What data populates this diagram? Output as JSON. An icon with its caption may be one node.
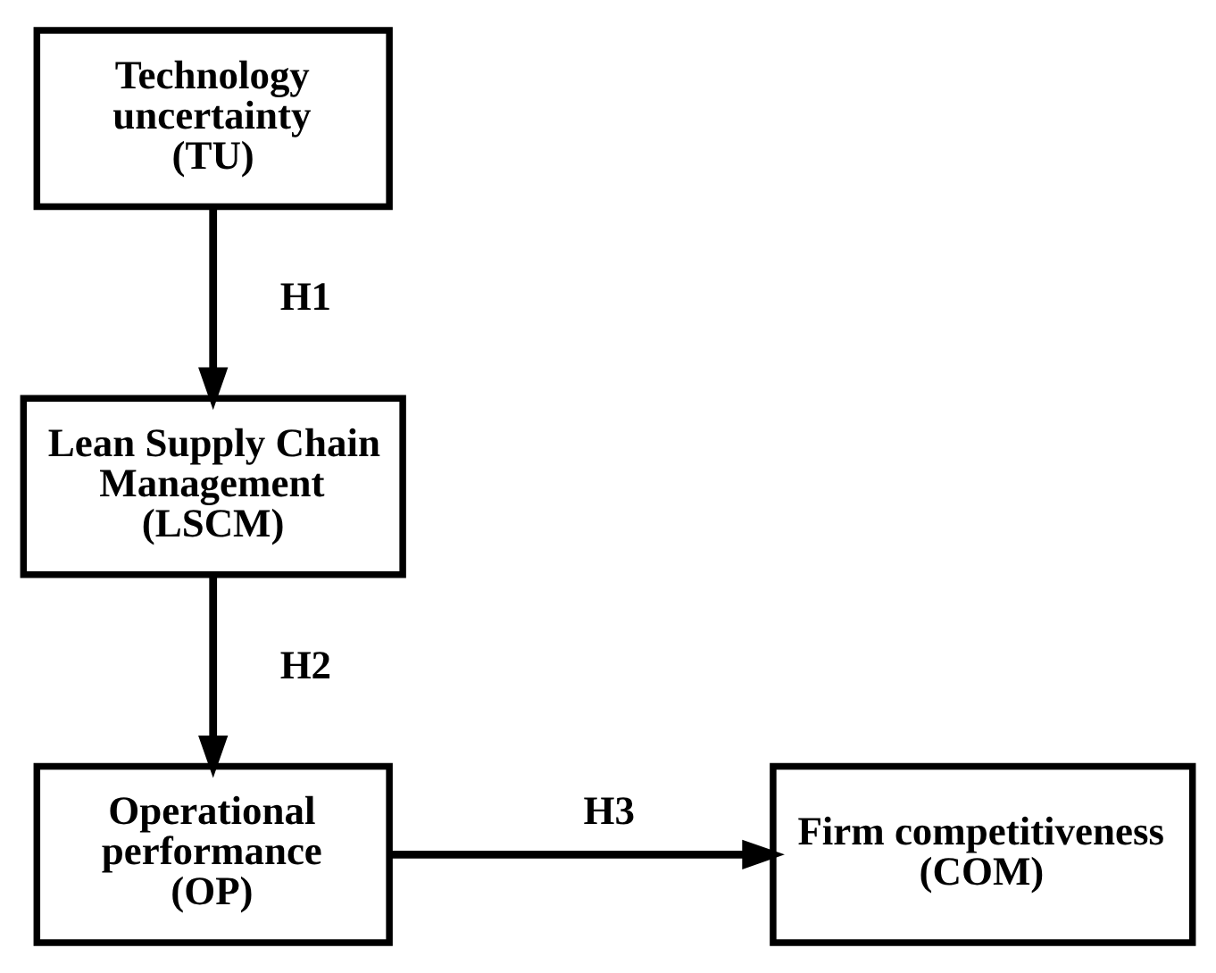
{
  "diagram": {
    "nodes": [
      {
        "text": [
          "Technology uncertainty",
          "(TU)"
        ]
      },
      {
        "text": [
          "Lean Supply Chain Management",
          "(LSCM)"
        ]
      },
      {
        "text": [
          "Operational performance",
          "(OP)"
        ]
      },
      {
        "text": [
          "Firm competitiveness",
          "(COM)"
        ]
      }
    ],
    "edges": [
      {
        "from": 0,
        "to": 1,
        "arrow": "to",
        "label": "H1"
      },
      {
        "from": 1,
        "to": 2,
        "arrow": "to",
        "label": "H2"
      },
      {
        "from": 2,
        "to": 3,
        "arrow": "to",
        "label": "H3"
      }
    ]
  }
}
